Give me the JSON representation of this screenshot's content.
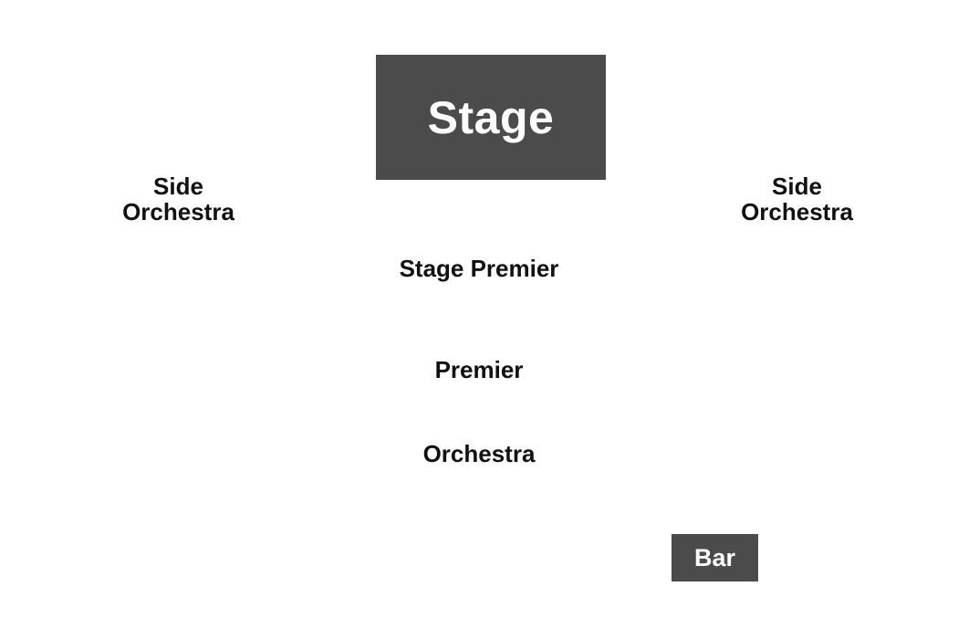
{
  "map": {
    "stage_label": "Stage",
    "bar_label": "Bar",
    "sections": {
      "side_orchestra_left": {
        "line1": "Side",
        "line2": "Orchestra"
      },
      "side_orchestra_right": {
        "line1": "Side",
        "line2": "Orchestra"
      },
      "stage_premier": "Stage Premier",
      "premier": "Premier",
      "orchestra": "Orchestra"
    }
  },
  "colors": {
    "block_fill": "#4b4b4b",
    "block_text": "#ffffff",
    "label_text": "#111111",
    "background": "#ffffff"
  }
}
